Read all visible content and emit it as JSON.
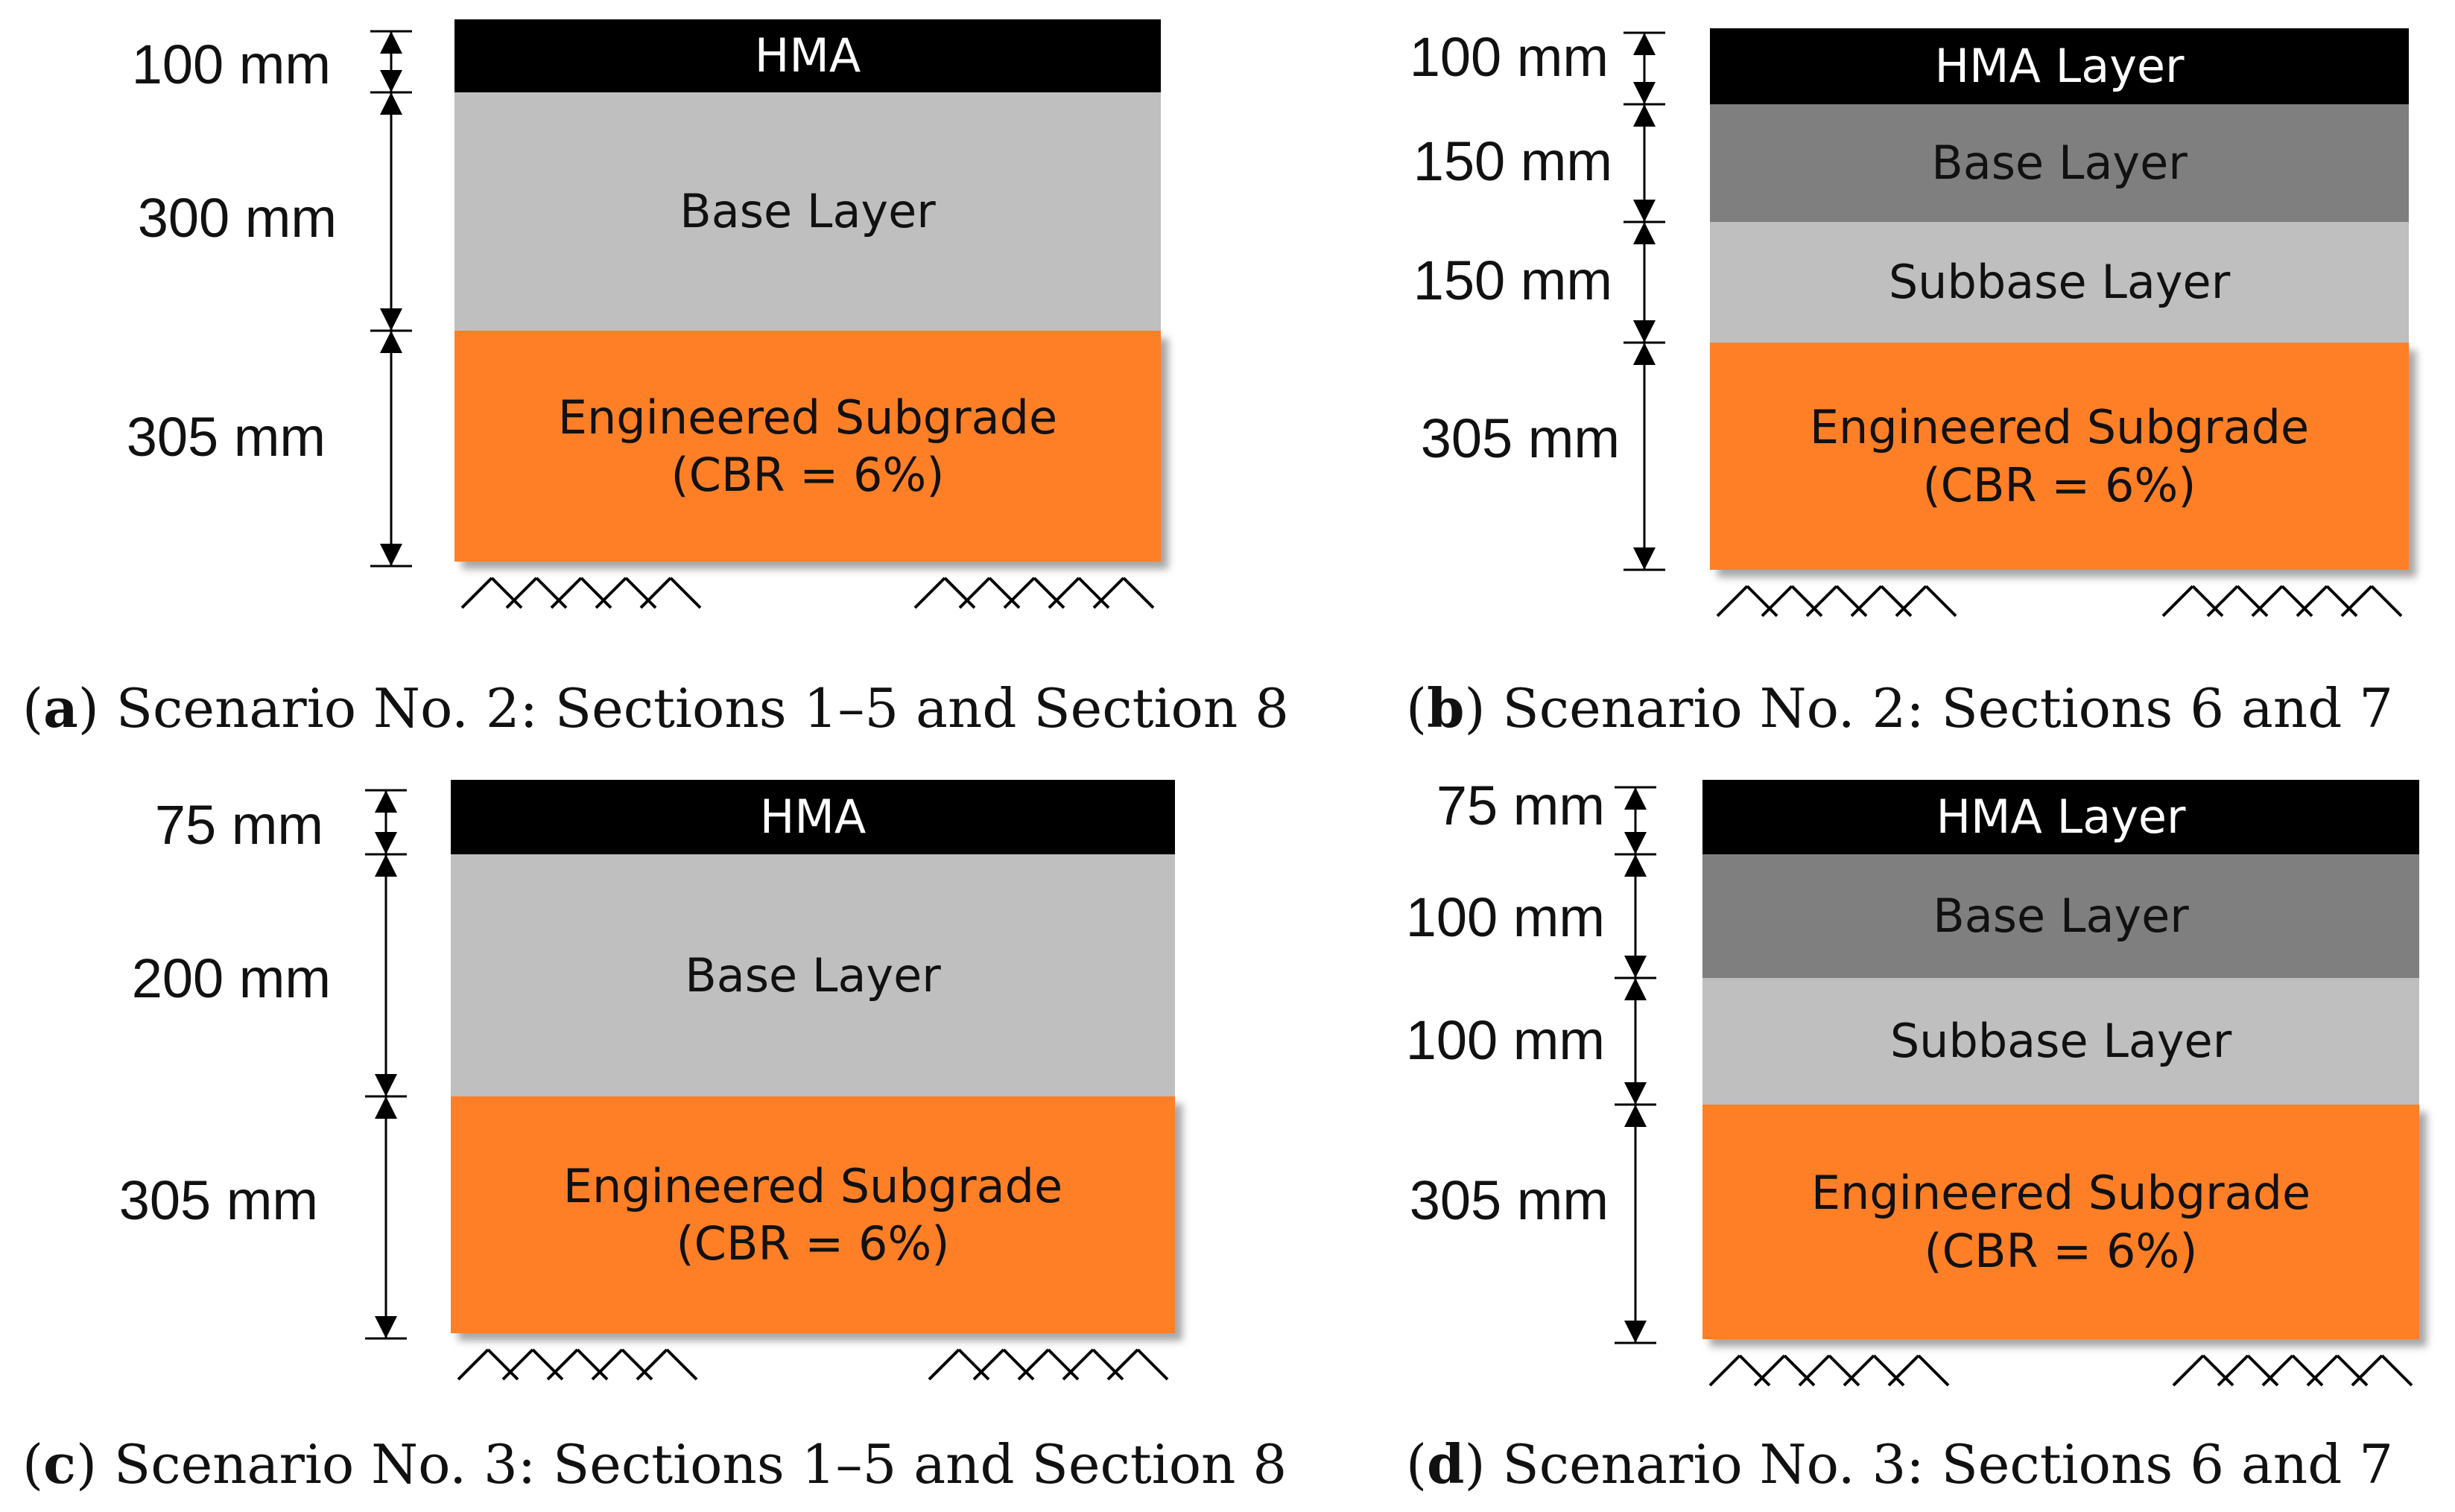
{
  "colors": {
    "hma": "#000000",
    "base_dark": "#7f7f7f",
    "base_light": "#bfbfbf",
    "subgrade": "#ff7f27"
  },
  "panels": [
    {
      "id": "a",
      "caption_letter": "a",
      "caption_text": ") Scenario No. 2: Sections 1–5 and Section 8",
      "layers": [
        {
          "label": "HMA",
          "thickness": "100 mm",
          "style": "hma"
        },
        {
          "label": "Base Layer",
          "thickness": "300 mm",
          "style": "base_light"
        },
        {
          "label": "Engineered Subgrade",
          "label2": "(CBR = 6%)",
          "thickness": "305 mm",
          "style": "subgrade"
        }
      ]
    },
    {
      "id": "b",
      "caption_letter": "b",
      "caption_text": ") Scenario No. 2: Sections 6 and 7",
      "layers": [
        {
          "label": "HMA Layer",
          "thickness": "100 mm",
          "style": "hma"
        },
        {
          "label": "Base Layer",
          "thickness": "150 mm",
          "style": "base_dark"
        },
        {
          "label": "Subbase Layer",
          "thickness": "150 mm",
          "style": "base_light"
        },
        {
          "label": "Engineered Subgrade",
          "label2": "(CBR = 6%)",
          "thickness": "305 mm",
          "style": "subgrade"
        }
      ]
    },
    {
      "id": "c",
      "caption_letter": "c",
      "caption_text": ") Scenario No. 3: Sections 1–5 and Section 8",
      "layers": [
        {
          "label": "HMA",
          "thickness": "75 mm",
          "style": "hma"
        },
        {
          "label": "Base Layer",
          "thickness": "200 mm",
          "style": "base_light"
        },
        {
          "label": "Engineered Subgrade",
          "label2": "(CBR = 6%)",
          "thickness": "305 mm",
          "style": "subgrade"
        }
      ]
    },
    {
      "id": "d",
      "caption_letter": "d",
      "caption_text": ") Scenario No. 3: Sections 6 and 7",
      "layers": [
        {
          "label": "HMA Layer",
          "thickness": "75 mm",
          "style": "hma"
        },
        {
          "label": "Base Layer",
          "thickness": "100 mm",
          "style": "base_dark"
        },
        {
          "label": "Subbase Layer",
          "thickness": "100 mm",
          "style": "base_light"
        },
        {
          "label": "Engineered Subgrade",
          "label2": "(CBR = 6%)",
          "thickness": "305 mm",
          "style": "subgrade"
        }
      ]
    }
  ]
}
